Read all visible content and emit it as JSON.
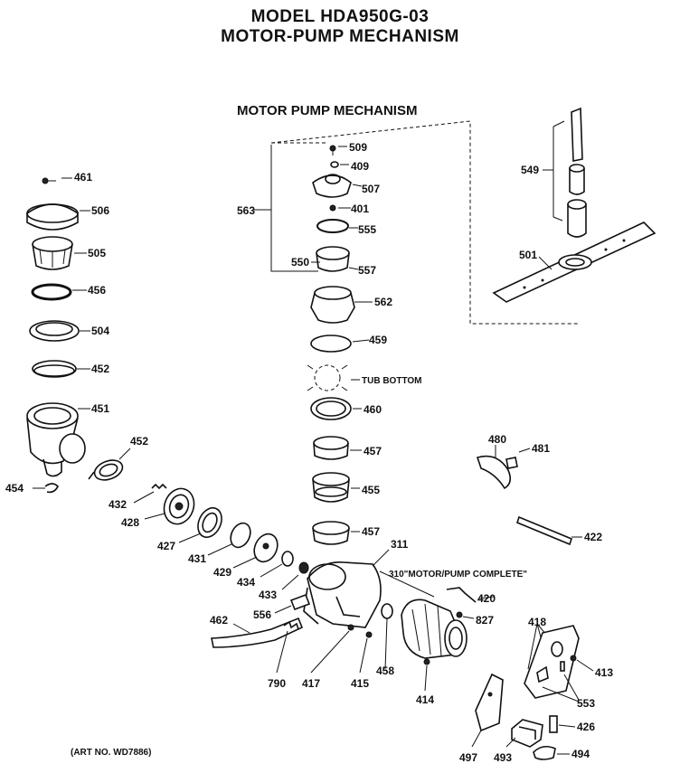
{
  "title_line1": "MODEL HDA950G-03",
  "title_line2": "MOTOR-PUMP MECHANISM",
  "section_title": "MOTOR PUMP MECHANISM",
  "art_number": "(ART NO. WD7886)",
  "tub_bottom": "TUB BOTTOM",
  "motor_pump_complete": "310\"MOTOR/PUMP COMPLETE\"",
  "parts": {
    "p461": "461",
    "p506": "506",
    "p505": "505",
    "p456": "456",
    "p504": "504",
    "p452a": "452",
    "p451": "451",
    "p452b": "452",
    "p454": "454",
    "p432": "432",
    "p428": "428",
    "p427": "427",
    "p431": "431",
    "p429": "429",
    "p434": "434",
    "p433": "433",
    "p311": "311",
    "p556": "556",
    "p462": "462",
    "p790": "790",
    "p417": "417",
    "p415": "415",
    "p458": "458",
    "p414": "414",
    "p420": "420",
    "p827": "827",
    "p509": "509",
    "p409": "409",
    "p507": "507",
    "p401": "401",
    "p563": "563",
    "p555": "555",
    "p550": "550",
    "p557": "557",
    "p562": "562",
    "p459": "459",
    "p460": "460",
    "p457a": "457",
    "p455": "455",
    "p457b": "457",
    "p549": "549",
    "p501": "501",
    "p480": "480",
    "p481": "481",
    "p422": "422",
    "p418": "418",
    "p413": "413",
    "p553": "553",
    "p426": "426",
    "p497": "497",
    "p493": "493",
    "p494": "494"
  }
}
